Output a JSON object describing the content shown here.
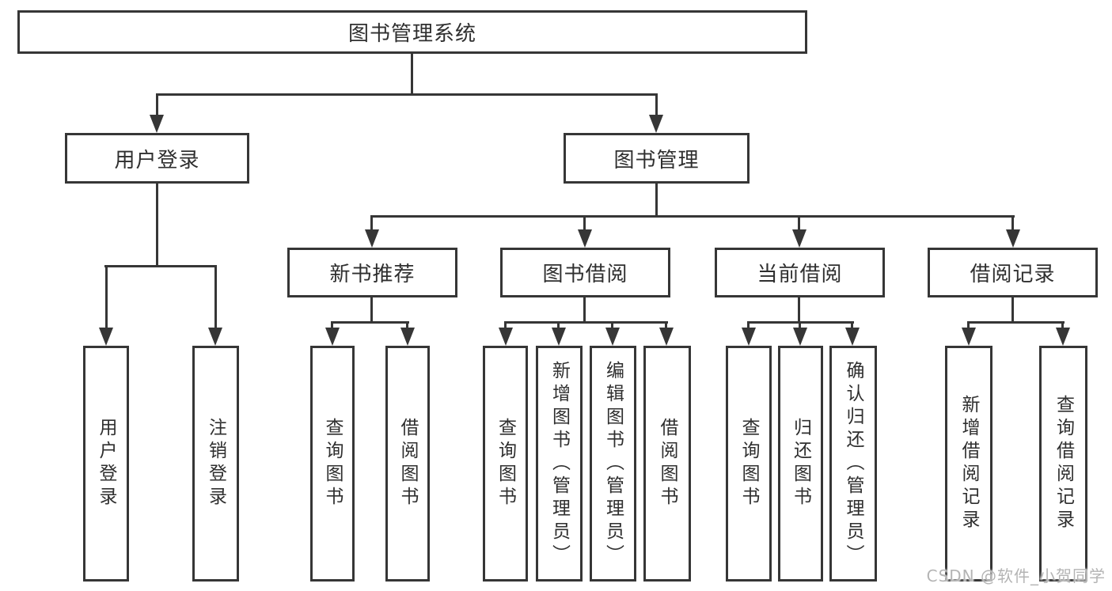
{
  "tree": {
    "label": "图书管理系统",
    "children": [
      {
        "label": "用户登录",
        "children": [
          {
            "label": "用户登录"
          },
          {
            "label": "注销登录"
          }
        ]
      },
      {
        "label": "图书管理",
        "children": [
          {
            "label": "新书推荐",
            "children": [
              {
                "label": "查询图书"
              },
              {
                "label": "借阅图书"
              }
            ]
          },
          {
            "label": "图书借阅",
            "children": [
              {
                "label": "查询图书"
              },
              {
                "label": "新增图书（管理员）"
              },
              {
                "label": "编辑图书（管理员）"
              },
              {
                "label": "借阅图书"
              }
            ]
          },
          {
            "label": "当前借阅",
            "children": [
              {
                "label": "查询图书"
              },
              {
                "label": "归还图书"
              },
              {
                "label": "确认归还（管理员）"
              }
            ]
          },
          {
            "label": "借阅记录",
            "children": [
              {
                "label": "新增借阅记录"
              },
              {
                "label": "查询借阅记录"
              }
            ]
          }
        ]
      }
    ]
  },
  "watermark": {
    "text": "CSDN @软件_小贺同学"
  },
  "colors": {
    "line": "#363636",
    "box_border": "#363636",
    "text": "#2f2f2f",
    "background": "#ffffff",
    "watermark": "#b4b4b4"
  }
}
